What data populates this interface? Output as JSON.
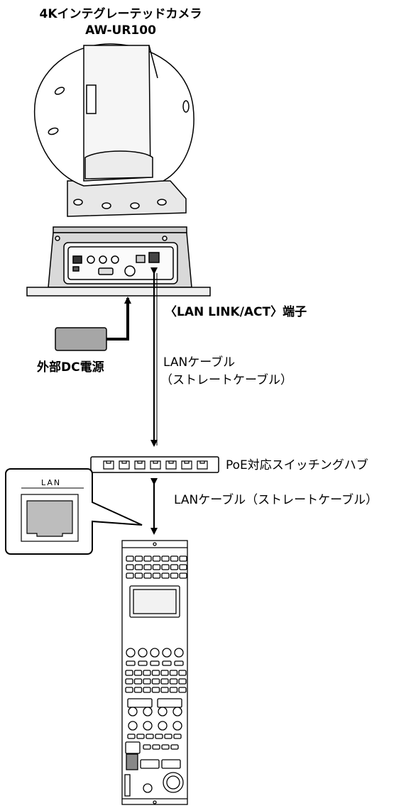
{
  "camera": {
    "title_line1": "4Kインテグレーテッドカメラ",
    "title_line2": "AW-UR100"
  },
  "labels": {
    "port": "〈LAN LINK/ACT〉端子",
    "dc_power": "外部DC電源",
    "cable1_line1": "LANケーブル",
    "cable1_line2": "（ストレートケーブル）",
    "hub": "PoE対応スイッチングハブ",
    "cable2": "LANケーブル（ストレートケーブル）",
    "lan_port_inset": "LAN"
  },
  "hub_port_count": 7,
  "colors": {
    "line": "#000000",
    "camera_body": "#ffffff",
    "base_gray": "#d9d9d9",
    "dc_box": "#a6a6a6",
    "port_gray": "#bdbdbd"
  }
}
